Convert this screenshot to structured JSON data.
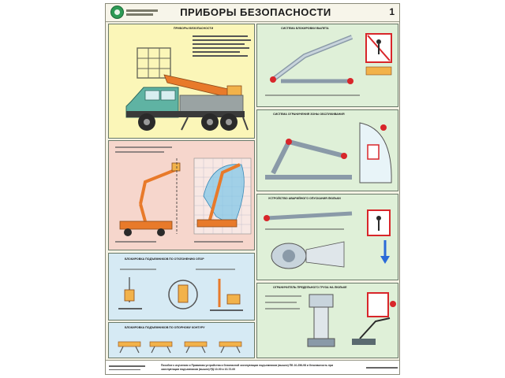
{
  "poster": {
    "title": "ПРИБОРЫ БЕЗОПАСНОСТИ",
    "sheet_number": "1"
  },
  "panels": {
    "truck": {
      "heading": "ПРИБОРЫ БЕЗОПАСНОСТИ"
    },
    "boom_system": {
      "heading": "СИСТЕМА БЛОКИРОВКИ ВЫЛЕТА"
    },
    "cage_zone": {
      "heading": "СИСТЕМА ОГРАНИЧЕНИЯ ЗОНЫ ОБСЛУЖИВАНИЯ"
    },
    "emergency": {
      "heading": "УСТРОЙСТВО АВАРИЙНОГО ОПУСКАНИЯ ЛЮЛЬКИ"
    },
    "overload": {
      "heading": "ОГРАНИЧИТЕЛЬ ПРЕДЕЛЬНОГО ГРУЗА НА ЛЮЛЬКЕ"
    },
    "orientation": {
      "heading": "БЛОКИРОВКА ПОДЪЕМНИКОВ ПО ОТКЛОНЕНИЮ ОПОР"
    },
    "outrigger": {
      "heading": "БЛОКИРОВКА ПОДЪЕМНИКОВ ПО ОПОРНОМУ КОНТУРУ"
    }
  },
  "footer": {
    "text": "Пособие к изучению и Правилам устройства и безопасной эксплуатации подъемников (вышек) ПБ 10-256-98 и безопасность при эксплуатации подъемников (вышек) РД 10-00 и 10-72-00"
  },
  "colors": {
    "panel_yellow": "#fbf6b8",
    "panel_pink": "#f6d6cc",
    "panel_blue": "#d6eaf4",
    "panel_green": "#dff0d8",
    "truck_body": "#5fb3a3",
    "boom_orange": "#e87a2a",
    "hazard_red": "#d8262a"
  }
}
